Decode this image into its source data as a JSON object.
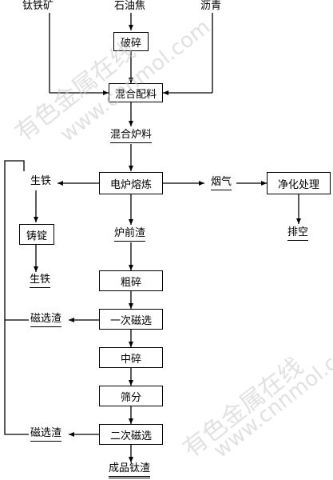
{
  "inputs": {
    "ilmenite": "钛铁矿",
    "petroleum_coke": "石油焦",
    "asphalt": "沥青"
  },
  "steps": {
    "crush": "破碎",
    "mixing": "混合配料",
    "mixed_charge": "混合炉料",
    "smelting": "电炉熔炼",
    "flue_gas": "烟气",
    "purification": "净化处理",
    "discharge": "排空",
    "pig_iron_1": "生铁",
    "casting": "铸锭",
    "pig_iron_2": "生铁",
    "slag": "炉前渣",
    "coarse_crush": "粗碎",
    "primary_magnetic": "一次磁选",
    "magnetic_tailings_1": "磁选渣",
    "medium_crush": "中碎",
    "screening": "筛分",
    "secondary_magnetic": "二次磁选",
    "magnetic_tailings_2": "磁选渣",
    "product": "成品钛渣"
  },
  "watermark": {
    "line1": "有色金属在线",
    "line2": "www.cnnmol.com"
  }
}
